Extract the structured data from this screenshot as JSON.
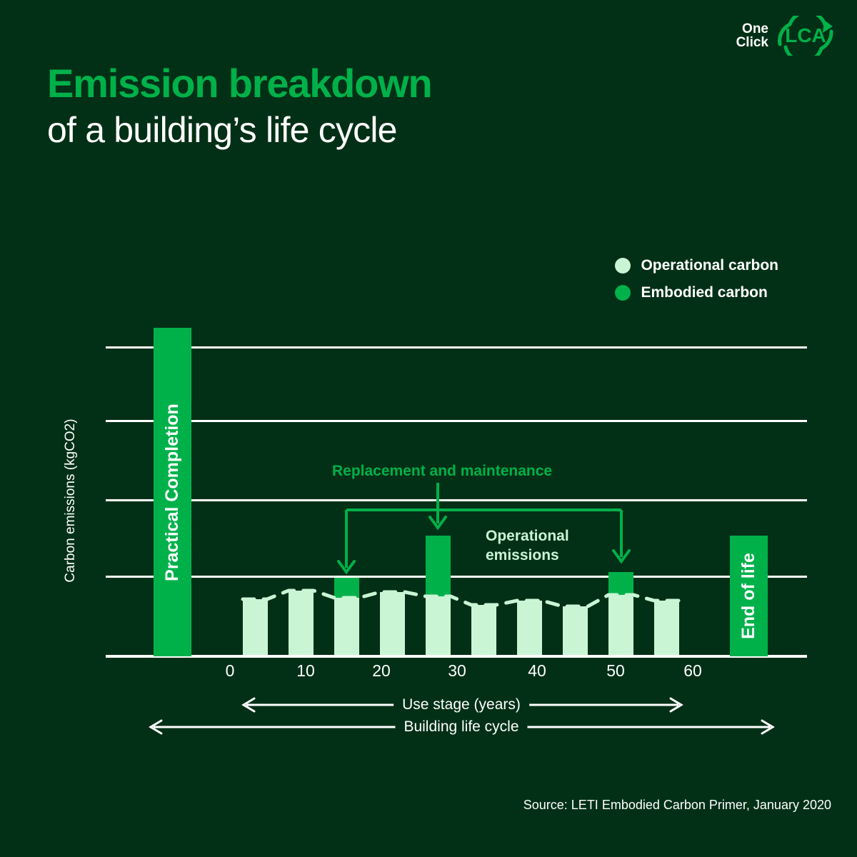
{
  "brand": {
    "logo_line1": "One",
    "logo_line2": "Click",
    "logo_mark": "LCA"
  },
  "title": {
    "line1": "Emission breakdown",
    "line2": "of a building’s life cycle"
  },
  "legend": {
    "items": [
      {
        "label": "Operational carbon",
        "color": "#c9f5d4",
        "icon": "dot-icon"
      },
      {
        "label": "Embodied carbon",
        "color": "#00b14a",
        "icon": "dot-icon"
      }
    ]
  },
  "annotations": {
    "replacement": "Replacement and maintenance",
    "operational_l1": "Operational",
    "operational_l2": "emissions",
    "practical_completion": "Practical Completion",
    "end_of_life": "End of life"
  },
  "axes": {
    "y_label": "Carbon emissions (kgCO2)",
    "x_ticks": [
      "0",
      "10",
      "20",
      "30",
      "40",
      "50",
      "60"
    ],
    "use_stage_label": "Use stage (years)",
    "life_cycle_label": "Building life cycle"
  },
  "source": "Source: LETI Embodied Carbon Primer, January 2020",
  "colors": {
    "background": "#023016",
    "accent_green": "#00b14a",
    "mint": "#c9f5d4",
    "white": "#ffffff"
  },
  "chart_data": {
    "type": "bar",
    "title": "Emission breakdown of a building’s life cycle",
    "subtitle": "",
    "xlabel": "Use stage (years)",
    "ylabel": "Carbon emissions (kgCO2)",
    "x_tick_values": [
      0,
      10,
      20,
      30,
      40,
      50,
      60
    ],
    "xlim": [
      -8,
      66
    ],
    "ylim": [
      0,
      115
    ],
    "grid": "horizontal",
    "gridline_y_values": [
      25,
      50,
      75,
      100
    ],
    "legend_position": "top-right",
    "stacked": true,
    "series": [
      {
        "name": "Operational carbon",
        "color": "#c9f5d4",
        "values": [
          19.5,
          22.5,
          20.0,
          22.0,
          20.5,
          17.5,
          19.0,
          17.0,
          21.0,
          19.0
        ]
      },
      {
        "name": "Embodied carbon",
        "color": "#00b14a",
        "values": [
          0,
          0,
          7.0,
          0,
          21.0,
          0,
          0,
          0,
          12.5,
          0
        ]
      }
    ],
    "bar_x_centers": [
      3.2,
      9.8,
      16.0,
      22.5,
      28.6,
      35.0,
      41.3,
      47.5,
      53.5,
      60.0
    ],
    "trend_line": {
      "name": "Operational emissions trend",
      "style": "dashed",
      "color": "#c9f5d4",
      "y_values": [
        19.5,
        22.5,
        20.0,
        22.0,
        20.5,
        17.5,
        19.0,
        17.0,
        21.0,
        19.0
      ]
    },
    "markers": [
      {
        "label": "Practical Completion",
        "value": 115,
        "color": "#00b14a",
        "x_center": -4.5
      },
      {
        "label": "End of life",
        "value": 42,
        "color": "#00b14a",
        "x_center": 65.0
      }
    ],
    "callouts": [
      {
        "text": "Replacement and maintenance",
        "points_to": [
          16.0,
          22.0,
          53.5
        ]
      },
      {
        "text": "Operational emissions",
        "points_to": "mint bars"
      }
    ],
    "source": "Source: LETI Embodied Carbon Primer, January 2020"
  }
}
